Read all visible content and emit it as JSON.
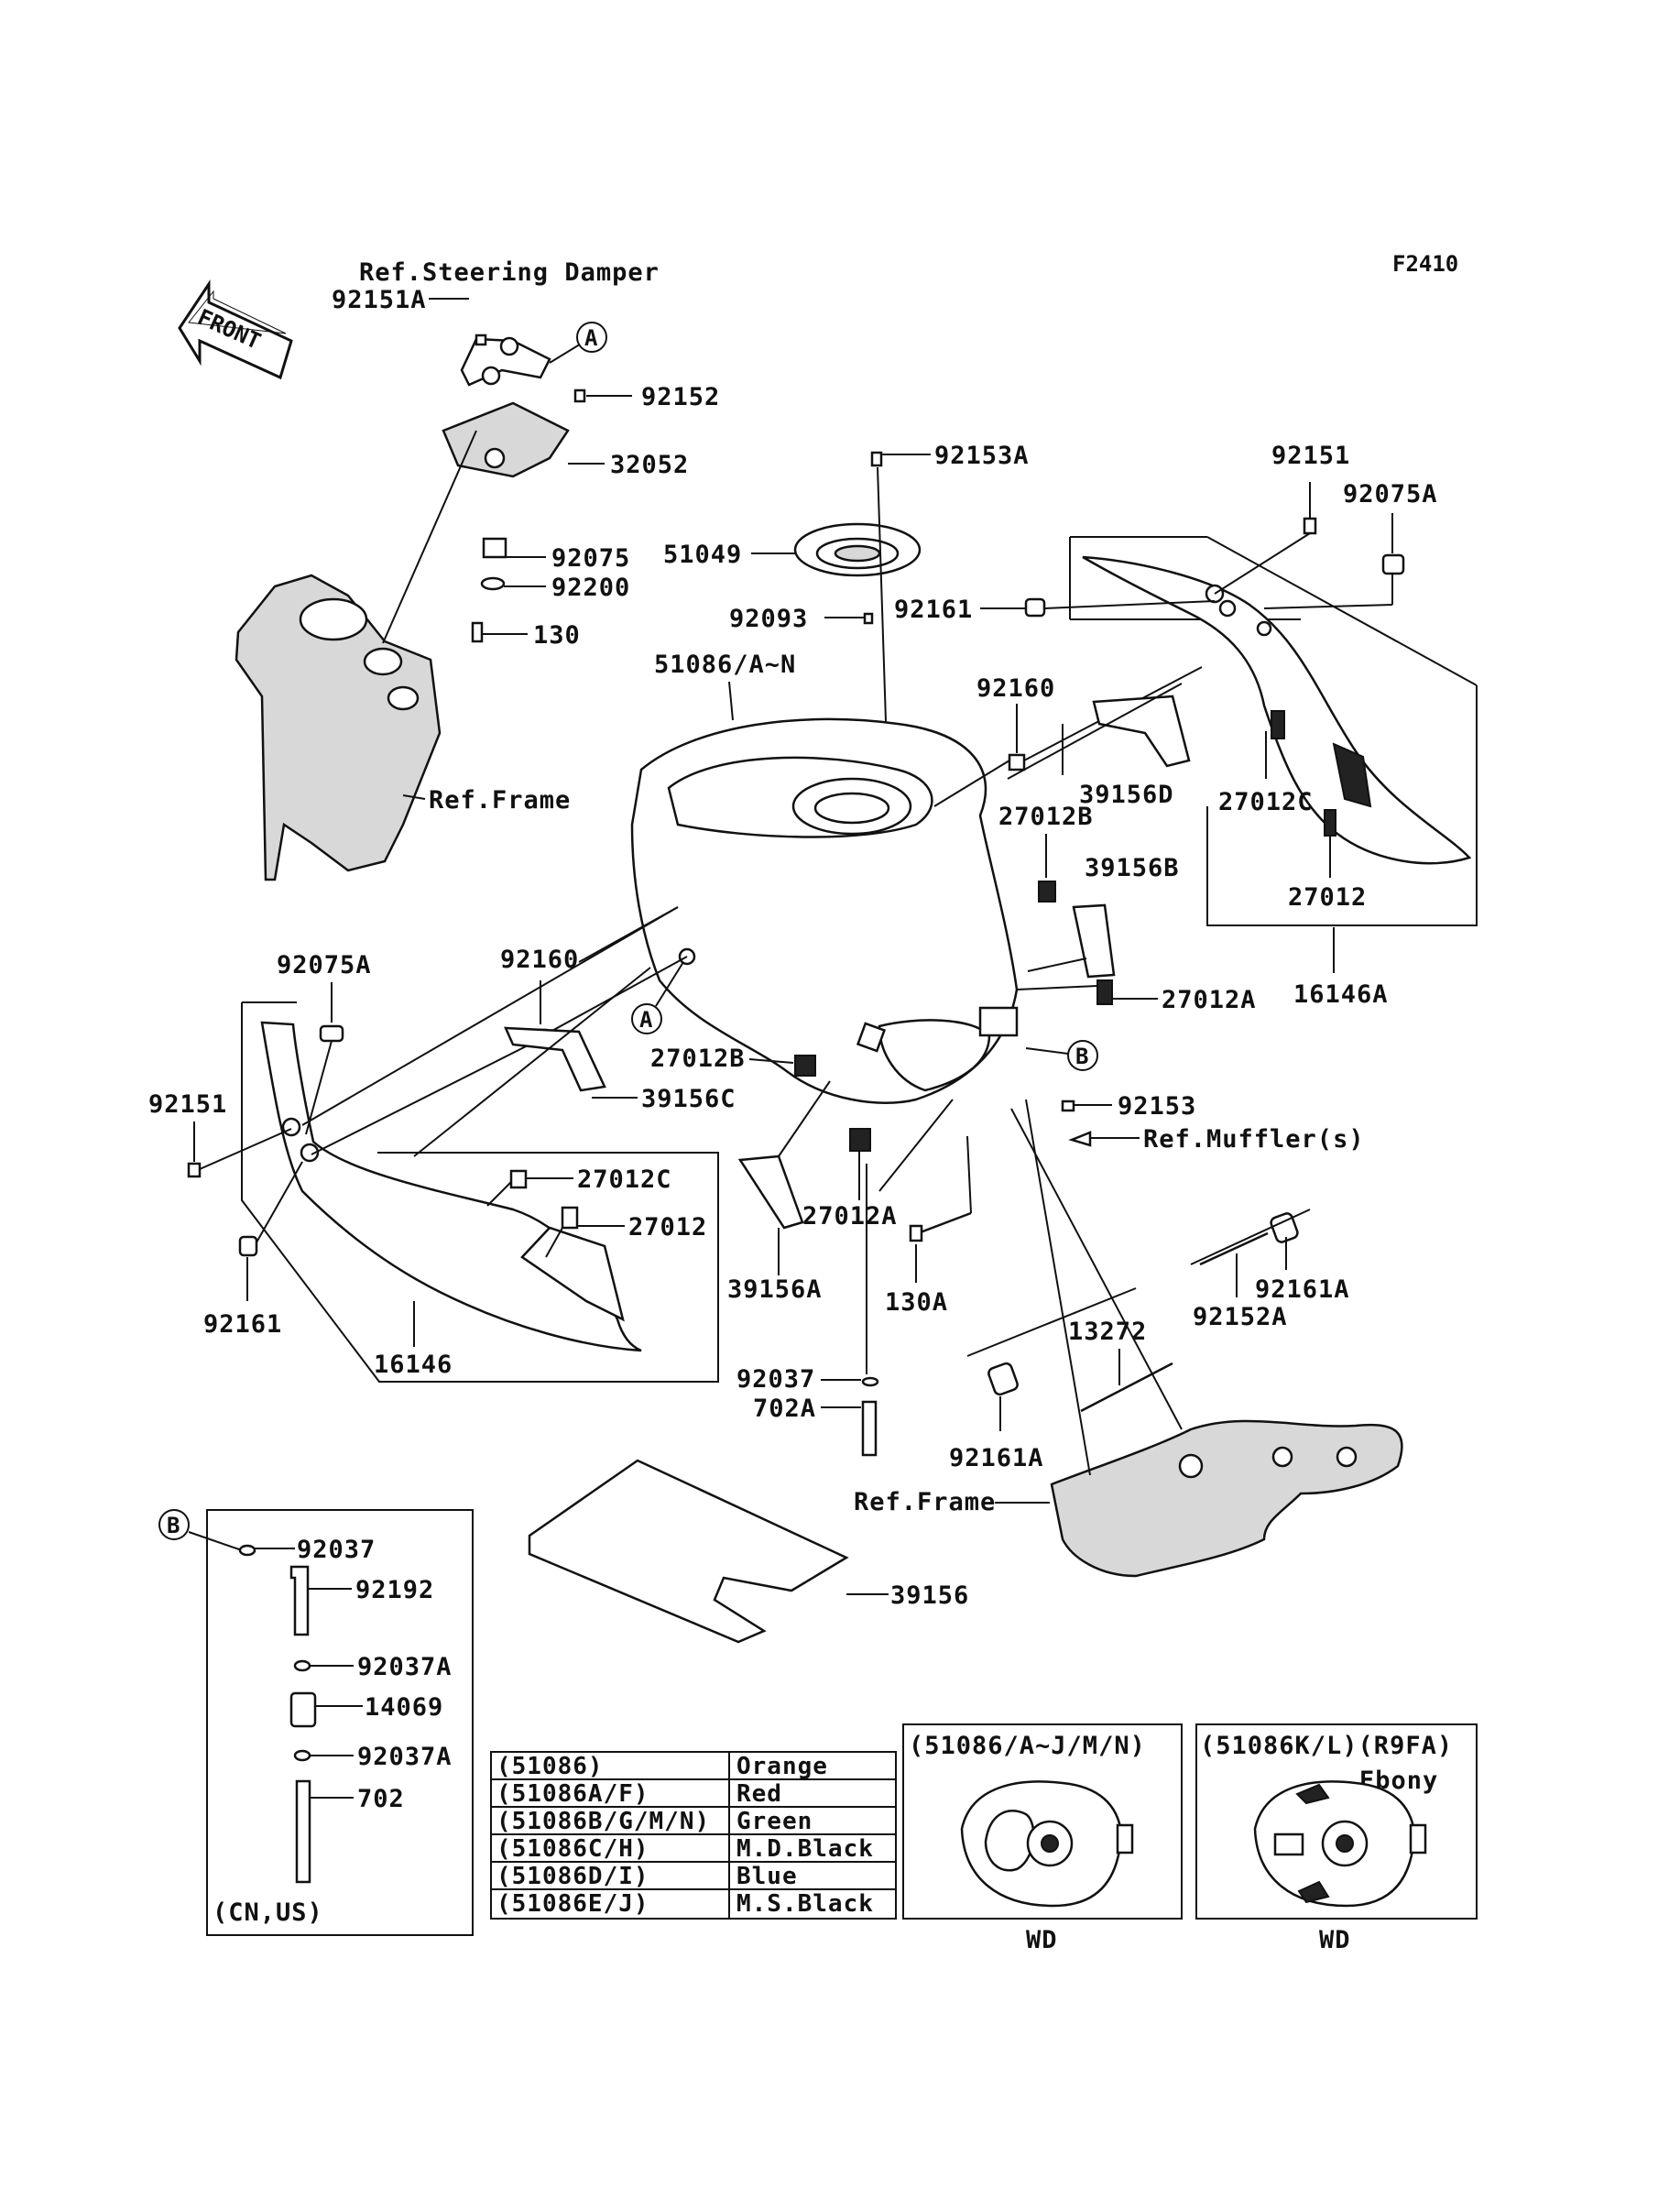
{
  "figure_code": "F2410",
  "front_arrow": "FRONT",
  "ref_labels": {
    "steering_damper": "Ref.Steering Damper",
    "frame_top": "Ref.Frame",
    "frame_bottom": "Ref.Frame",
    "mufflers": "Ref.Muffler(s)"
  },
  "callouts": {
    "A": "A",
    "B": "B"
  },
  "part_numbers": {
    "p92151A": "92151A",
    "p92152": "92152",
    "p32052": "32052",
    "p92075": "92075",
    "p92200": "92200",
    "p130": "130",
    "p92153A": "92153A",
    "p51049": "51049",
    "p92093": "92093",
    "p51086AN": "51086/A~N",
    "p92161_top": "92161",
    "p92151_top": "92151",
    "p92075A_top": "92075A",
    "p92160_top": "92160",
    "p39156D": "39156D",
    "p27012B_top": "27012B",
    "p27012C_top": "27012C",
    "p39156B": "39156B",
    "p27012_top": "27012",
    "p27012A_top": "27012A",
    "p16146A": "16146A",
    "p92075A_left": "92075A",
    "p92160_left": "92160",
    "p92151_left": "92151",
    "p39156C": "39156C",
    "p27012B_mid": "27012B",
    "p27012C_left": "27012C",
    "p27012_left": "27012",
    "p92161_left": "92161",
    "p16146": "16146",
    "p27012A_mid": "27012A",
    "p39156A": "39156A",
    "p130A": "130A",
    "p92153": "92153",
    "p92161A_right": "92161A",
    "p92152A": "92152A",
    "p13272": "13272",
    "p92037": "92037",
    "p702A": "702A",
    "p92161A_bottom": "92161A",
    "p39156": "39156",
    "p92037_b": "92037",
    "p92192": "92192",
    "p92037A_1": "92037A",
    "p14069": "14069",
    "p92037A_2": "92037A",
    "p702": "702",
    "cn_us": "(CN,US)"
  },
  "color_table": [
    {
      "part": "(51086)",
      "color": "Orange"
    },
    {
      "part": "(51086A/F)",
      "color": "Red"
    },
    {
      "part": "(51086B/G/M/N)",
      "color": "Green"
    },
    {
      "part": "(51086C/H)",
      "color": "M.D.Black"
    },
    {
      "part": "(51086D/I)",
      "color": "Blue"
    },
    {
      "part": "(51086E/J)",
      "color": "M.S.Black"
    }
  ],
  "variant_boxes": {
    "left_title": "(51086/A~J/M/N)",
    "left_caption": "WD",
    "right_title": "(51086K/L)(R9FA)",
    "right_subtitle": "Ebony",
    "right_caption": "WD"
  }
}
